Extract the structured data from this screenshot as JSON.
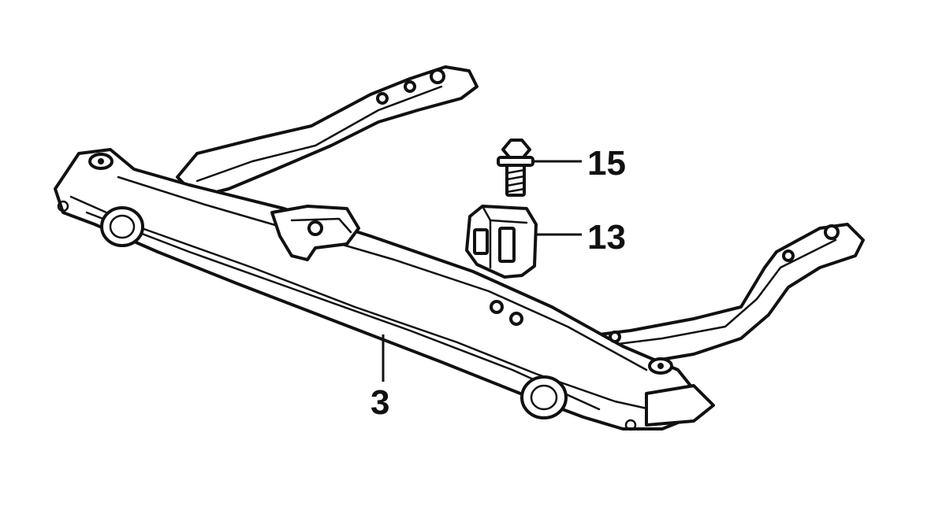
{
  "callouts": {
    "bolt": "15",
    "mount_bracket": "13",
    "subframe": "3"
  },
  "colors": {
    "line": "#111111",
    "background": "#ffffff"
  }
}
